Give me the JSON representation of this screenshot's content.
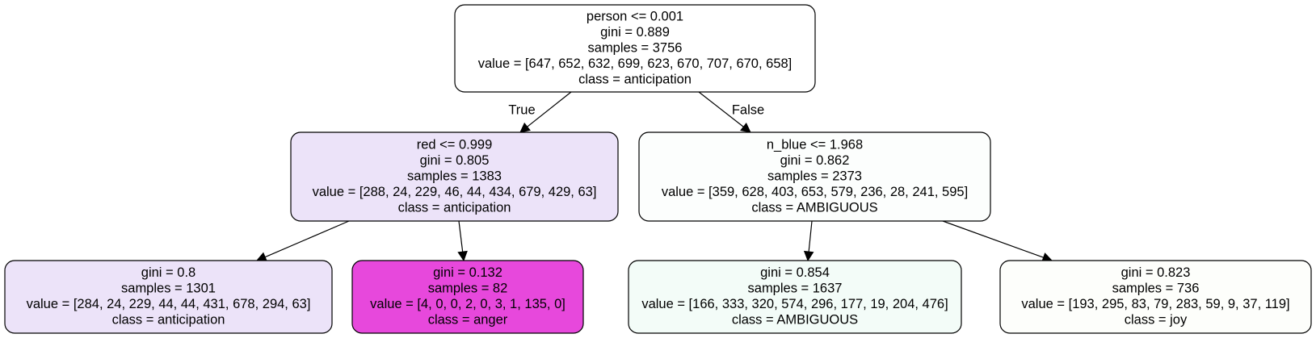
{
  "tree": {
    "nodes": [
      {
        "id": "root",
        "fill": "#ffffff",
        "lines": [
          "person <= 0.001",
          "gini = 0.889",
          "samples = 3756",
          "value = [647, 652, 632, 699, 623, 670, 707, 670, 658]",
          "class = anticipation"
        ]
      },
      {
        "id": "n1",
        "fill": "#ece3f9",
        "lines": [
          "red <= 0.999",
          "gini = 0.805",
          "samples = 1383",
          "value = [288, 24, 229, 46, 44, 434, 679, 429, 63]",
          "class = anticipation"
        ]
      },
      {
        "id": "n4",
        "fill": "#fcfefd",
        "lines": [
          "n_blue <= 1.968",
          "gini = 0.862",
          "samples = 2373",
          "value = [359, 628, 403, 653, 579, 236, 28, 241, 595]",
          "class = AMBIGUOUS"
        ]
      },
      {
        "id": "n2",
        "fill": "#ece3f9",
        "lines": [
          "gini = 0.8",
          "samples = 1301",
          "value = [284, 24, 229, 44, 44, 431, 678, 294, 63]",
          "class = anticipation"
        ]
      },
      {
        "id": "n3",
        "fill": "#e748dc",
        "lines": [
          "gini = 0.132",
          "samples = 82",
          "value = [4, 0, 0, 2, 0, 3, 1, 135, 0]",
          "class = anger"
        ]
      },
      {
        "id": "n5",
        "fill": "#f3fcf8",
        "lines": [
          "gini = 0.854",
          "samples = 1637",
          "value = [166, 333, 320, 574, 296, 177, 19, 204, 476]",
          "class = AMBIGUOUS"
        ]
      },
      {
        "id": "n6",
        "fill": "#fdfefb",
        "lines": [
          "gini = 0.823",
          "samples = 736",
          "value = [193, 295, 83, 79, 283, 59, 9, 37, 119]",
          "class = joy"
        ]
      }
    ],
    "edges": [
      {
        "from": "root",
        "to": "n1",
        "label": "True"
      },
      {
        "from": "root",
        "to": "n4",
        "label": "False"
      },
      {
        "from": "n1",
        "to": "n2",
        "label": ""
      },
      {
        "from": "n1",
        "to": "n3",
        "label": ""
      },
      {
        "from": "n4",
        "to": "n5",
        "label": ""
      },
      {
        "from": "n4",
        "to": "n6",
        "label": ""
      }
    ]
  }
}
